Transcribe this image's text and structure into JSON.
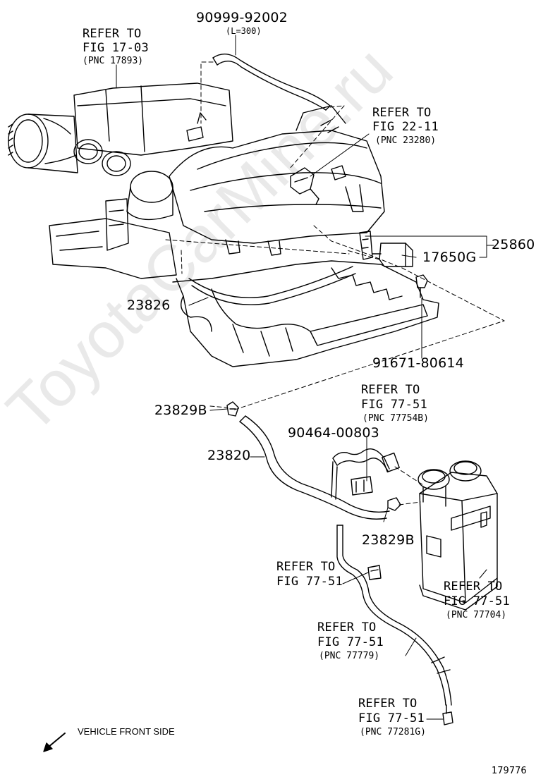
{
  "watermark": "ToyotaCarMine.ru",
  "refs": {
    "r1": {
      "refer": "REFER TO",
      "fig": "FIG 17-03",
      "pnc": "(PNC 17893)"
    },
    "r2": {
      "refer": "REFER TO",
      "fig": "FIG 22-11",
      "pnc": "(PNC 23280)"
    },
    "r3": {
      "refer": "REFER TO",
      "fig": "FIG 77-51",
      "pnc": "(PNC 77754B)"
    },
    "r4": {
      "refer": "REFER TO",
      "fig": "FIG 77-51"
    },
    "r5": {
      "refer": "REFER TO",
      "fig": "FIG 77-51",
      "pnc": "(PNC 77704)"
    },
    "r6": {
      "refer": "REFER TO",
      "fig": "FIG 77-51",
      "pnc": "(PNC 77779)"
    },
    "r7": {
      "refer": "REFER TO",
      "fig": "FIG 77-51",
      "pnc": "(PNC 77281G)"
    }
  },
  "parts": {
    "p_90999": "90999-92002",
    "p_90999_note": "(L=300)",
    "p_25860": "25860",
    "p_17650g": "17650G",
    "p_23826": "23826",
    "p_91671": "91671-80614",
    "p_23829b_top": "23829B",
    "p_23820": "23820",
    "p_90464": "90464-00803",
    "p_23829b_bot": "23829B"
  },
  "footer": {
    "front_label": "VEHICLE FRONT SIDE",
    "figure_number": "179776"
  }
}
